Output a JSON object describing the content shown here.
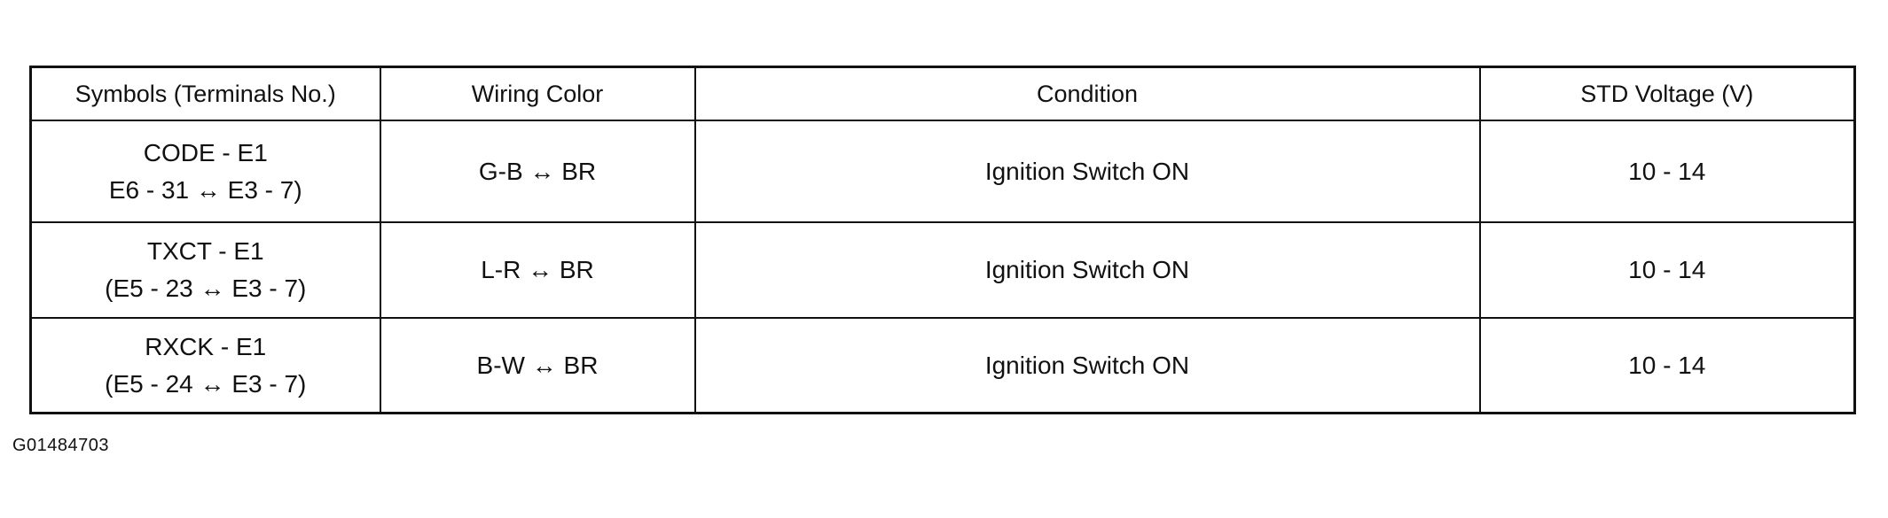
{
  "table": {
    "headers": [
      "Symbols (Terminals No.)",
      "Wiring Color",
      "Condition",
      "STD Voltage (V)"
    ],
    "rows": [
      {
        "symbol": "CODE - E1",
        "terminals": "E6 - 31 ↔ E3 - 7)",
        "wiring": "G-B ↔ BR",
        "condition": "Ignition Switch ON",
        "voltage": "10 - 14"
      },
      {
        "symbol": "TXCT - E1",
        "terminals": "(E5 - 23 ↔ E3 - 7)",
        "wiring": "L-R ↔ BR",
        "condition": "Ignition Switch ON",
        "voltage": "10 - 14"
      },
      {
        "symbol": "RXCK - E1",
        "terminals": "(E5 - 24 ↔ E3 - 7)",
        "wiring": "B-W ↔ BR",
        "condition": "Ignition Switch ON",
        "voltage": "10 - 14"
      }
    ]
  },
  "figure_id": "G01484703"
}
